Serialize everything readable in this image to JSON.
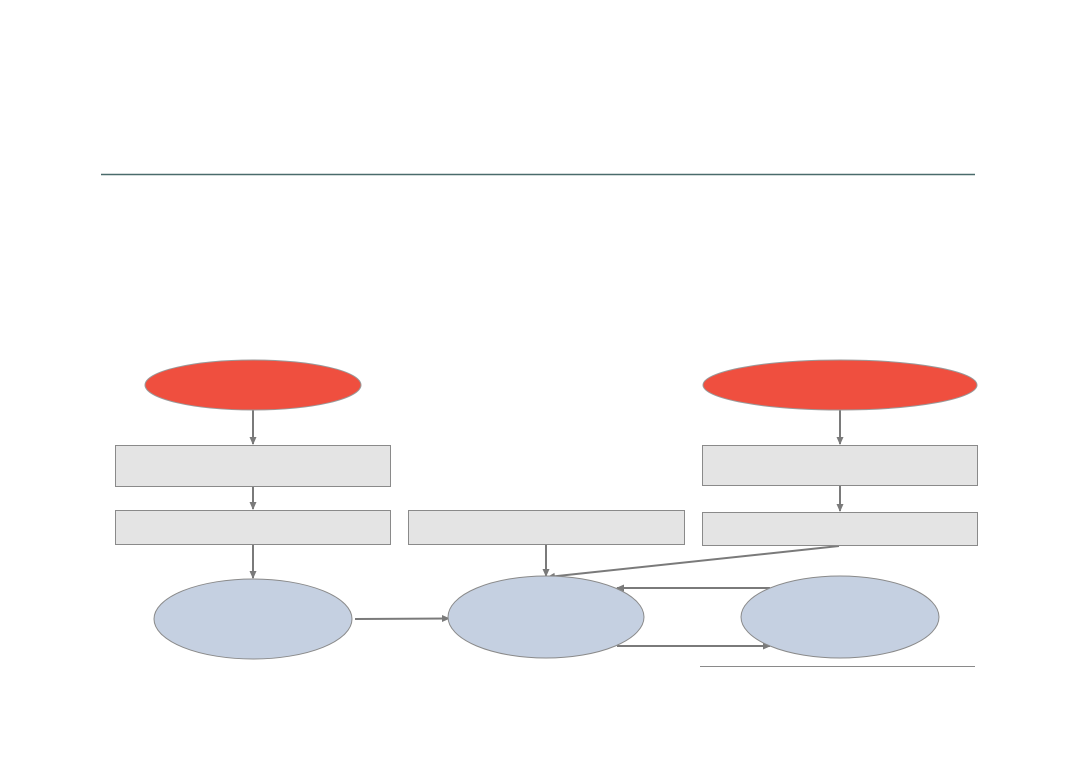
{
  "colors": {
    "background": "#ffffff",
    "divider": "#4a6b6b",
    "start_node_fill": "#ef4f3f",
    "step_box_fill": "#e4e4e4",
    "process_node_fill": "#c5d0e1",
    "outline": "#808080",
    "connector": "#7a7a7a"
  },
  "nodes": {
    "start_left": {
      "shape": "ellipse",
      "label": ""
    },
    "start_right": {
      "shape": "ellipse",
      "label": ""
    },
    "step_left_1": {
      "shape": "rectangle",
      "label": ""
    },
    "step_left_2": {
      "shape": "rectangle",
      "label": ""
    },
    "step_middle": {
      "shape": "rectangle",
      "label": ""
    },
    "step_right_1": {
      "shape": "rectangle",
      "label": ""
    },
    "step_right_2": {
      "shape": "rectangle",
      "label": ""
    },
    "process_left": {
      "shape": "ellipse",
      "label": ""
    },
    "process_center": {
      "shape": "ellipse",
      "label": ""
    },
    "process_right": {
      "shape": "ellipse",
      "label": ""
    }
  },
  "edges": [
    {
      "from": "start_left",
      "to": "step_left_1"
    },
    {
      "from": "step_left_1",
      "to": "step_left_2"
    },
    {
      "from": "step_left_2",
      "to": "process_left"
    },
    {
      "from": "start_right",
      "to": "step_right_1"
    },
    {
      "from": "step_right_1",
      "to": "step_right_2"
    },
    {
      "from": "step_middle",
      "to": "process_center"
    },
    {
      "from": "step_right_2",
      "to": "process_center"
    },
    {
      "from": "process_left",
      "to": "process_center"
    },
    {
      "from": "process_right",
      "to": "process_center"
    },
    {
      "from": "process_center",
      "to": "process_right"
    }
  ]
}
